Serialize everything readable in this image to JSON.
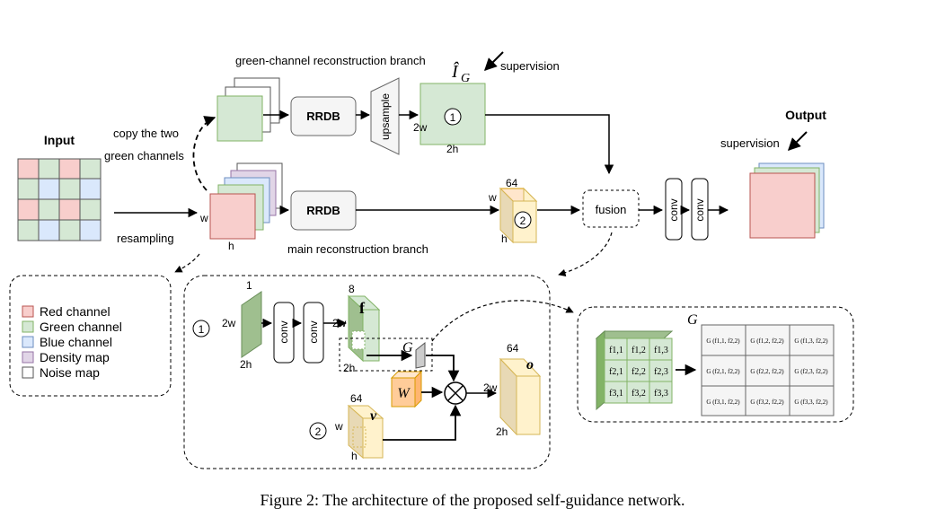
{
  "top": {
    "green_branch": "green-channel reconstruction branch",
    "ihat": "Î",
    "ihat_sub": "G",
    "supervision1": "supervision",
    "output": "Output",
    "supervision2": "supervision",
    "input": "Input",
    "copy1": "copy the two",
    "copy2": "green channels",
    "resampling": "resampling",
    "main_branch": "main reconstruction branch",
    "rrdb": "RRDB",
    "upsample": "upsample",
    "fusion": "fusion",
    "conv": "conv",
    "w": "w",
    "h": "h",
    "w2": "2w",
    "h2": "2h",
    "n64": "64",
    "c1": "1",
    "c2": "2"
  },
  "legend": [
    "Red channel",
    "Green channel",
    "Blue channel",
    "Density map",
    "Noise map"
  ],
  "bottom": {
    "one": "1",
    "two_w": "2w",
    "two_h": "2h",
    "conv": "conv",
    "eight": "8",
    "f": "f",
    "G": "G",
    "W": "W",
    "n64": "64",
    "v": "v",
    "w": "w",
    "h": "h",
    "o": "o",
    "c1": "1",
    "c2": "2"
  },
  "matrix": {
    "title": "G",
    "f": [
      [
        "f1,1",
        "f1,2",
        "f1,3"
      ],
      [
        "f2,1",
        "f2,2",
        "f2,3"
      ],
      [
        "f3,1",
        "f3,2",
        "f3,3"
      ]
    ],
    "g": [
      [
        "G (f1,1, f2,2)",
        "G (f1,2, f2,2)",
        "G (f1,3, f2,2)"
      ],
      [
        "G (f2,1, f2,2)",
        "G (f2,2, f2,2)",
        "G (f2,3, f2,2)"
      ],
      [
        "G (f3,1, f2,2)",
        "G (f3,2, f2,2)",
        "G (f3,3, f2,2)"
      ]
    ]
  },
  "caption": "Figure 2: The architecture of the proposed self-guidance network."
}
